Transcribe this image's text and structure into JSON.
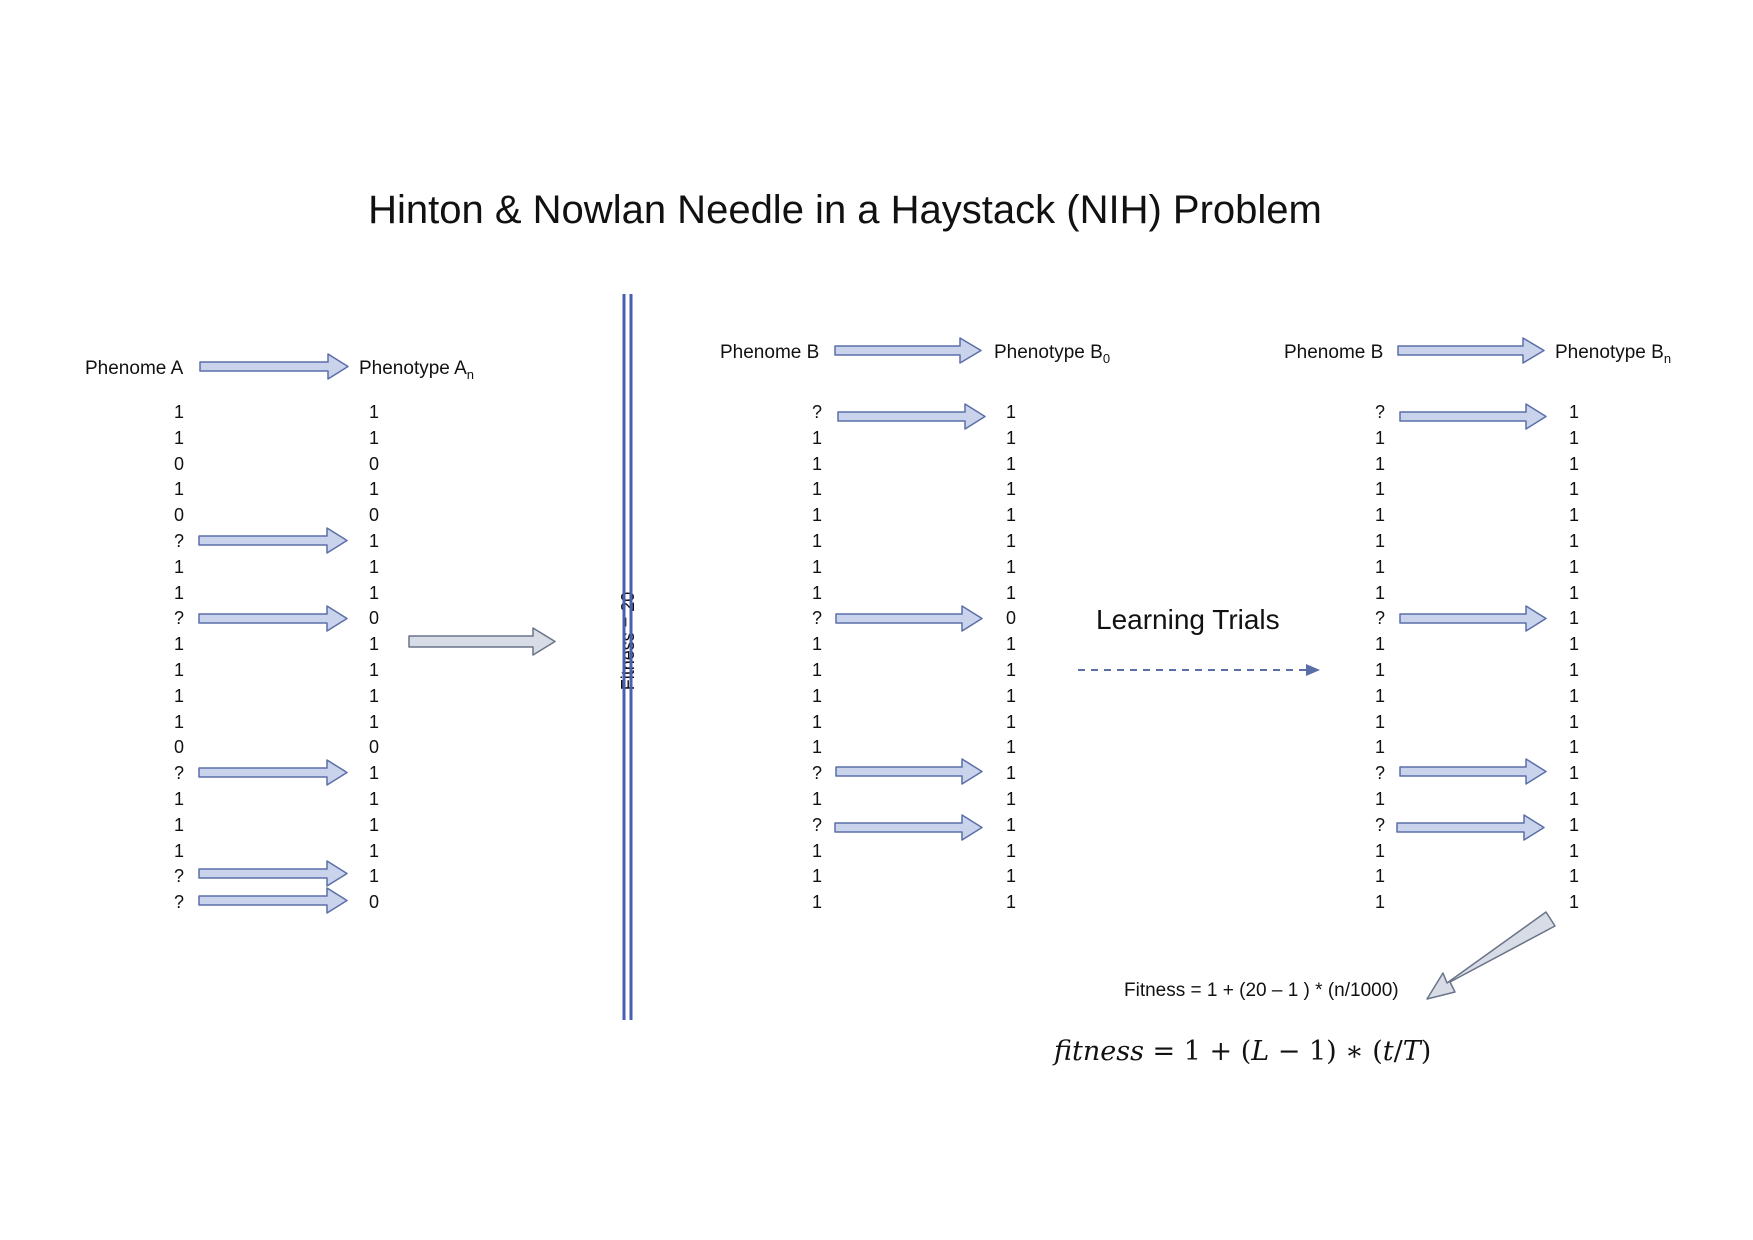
{
  "title": "Hinton & Nowlan Needle in a Haystack (NIH) Problem",
  "panel_a": {
    "phenome_label": "Phenome A",
    "phenotype_label": "Phenotype A",
    "phenotype_sub": "n",
    "phenome_values": [
      "1",
      "1",
      "0",
      "1",
      "0",
      "?",
      "1",
      "1",
      "?",
      "1",
      "1",
      "1",
      "1",
      "0",
      "?",
      "1",
      "1",
      "1",
      "?",
      "?"
    ],
    "phenotype_values": [
      "1",
      "1",
      "0",
      "1",
      "0",
      "1",
      "1",
      "1",
      "0",
      "1",
      "1",
      "1",
      "1",
      "0",
      "1",
      "1",
      "1",
      "1",
      "1",
      "0"
    ],
    "fitness_label": "Fitness = 20"
  },
  "panel_b0": {
    "phenome_label": "Phenome B",
    "phenotype_label": "Phenotype B",
    "phenotype_sub": "0",
    "phenome_values": [
      "?",
      "1",
      "1",
      "1",
      "1",
      "1",
      "1",
      "1",
      "?",
      "1",
      "1",
      "1",
      "1",
      "1",
      "?",
      "1",
      "?",
      "1",
      "1",
      "1"
    ],
    "phenotype_values": [
      "1",
      "1",
      "1",
      "1",
      "1",
      "1",
      "1",
      "1",
      "0",
      "1",
      "1",
      "1",
      "1",
      "1",
      "1",
      "1",
      "1",
      "1",
      "1",
      "1"
    ]
  },
  "panel_bn": {
    "phenome_label": "Phenome B",
    "phenotype_label": "Phenotype B",
    "phenotype_sub": "n",
    "phenome_values": [
      "?",
      "1",
      "1",
      "1",
      "1",
      "1",
      "1",
      "1",
      "?",
      "1",
      "1",
      "1",
      "1",
      "1",
      "?",
      "1",
      "?",
      "1",
      "1",
      "1"
    ],
    "phenotype_values": [
      "1",
      "1",
      "1",
      "1",
      "1",
      "1",
      "1",
      "1",
      "1",
      "1",
      "1",
      "1",
      "1",
      "1",
      "1",
      "1",
      "1",
      "1",
      "1",
      "1"
    ]
  },
  "learning_label": "Learning Trials",
  "fitness_b_label": "Fitness = 1 + (20 – 1 ) * (n/1000)",
  "formula": {
    "lhs": "fitness",
    "eq": " = 1 + (",
    "L": "L",
    "mid": " − 1) ∗ (",
    "t": "t",
    "slash": "/",
    "T": "T",
    "end": ")"
  },
  "colors": {
    "arrow_fill": "#c9d4ec",
    "arrow_stroke": "#5b6ea8",
    "grey_arrow_fill": "#d7dce6",
    "grey_arrow_stroke": "#6a7488",
    "divider": "#4a5fb0",
    "dashed": "#5b6ea8"
  }
}
